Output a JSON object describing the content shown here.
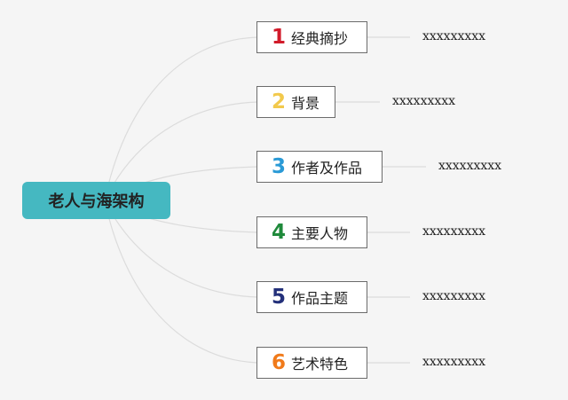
{
  "root": {
    "label": "老人与海架构",
    "color": "#45b8c1"
  },
  "branches": [
    {
      "number": "1",
      "label": "经典摘抄",
      "number_color": "#d11b2a",
      "detail": "xxxxxxxxx"
    },
    {
      "number": "2",
      "label": "背景",
      "number_color": "#f2c94c",
      "detail": "xxxxxxxxx"
    },
    {
      "number": "3",
      "label": "作者及作品",
      "number_color": "#2a9ad6",
      "detail": "xxxxxxxxx"
    },
    {
      "number": "4",
      "label": "主要人物",
      "number_color": "#1f8a3b",
      "detail": "xxxxxxxxx"
    },
    {
      "number": "5",
      "label": "作品主题",
      "number_color": "#23307a",
      "detail": "xxxxxxxxx"
    },
    {
      "number": "6",
      "label": "艺术特色",
      "number_color": "#f07a1a",
      "detail": "xxxxxxxxx"
    }
  ]
}
